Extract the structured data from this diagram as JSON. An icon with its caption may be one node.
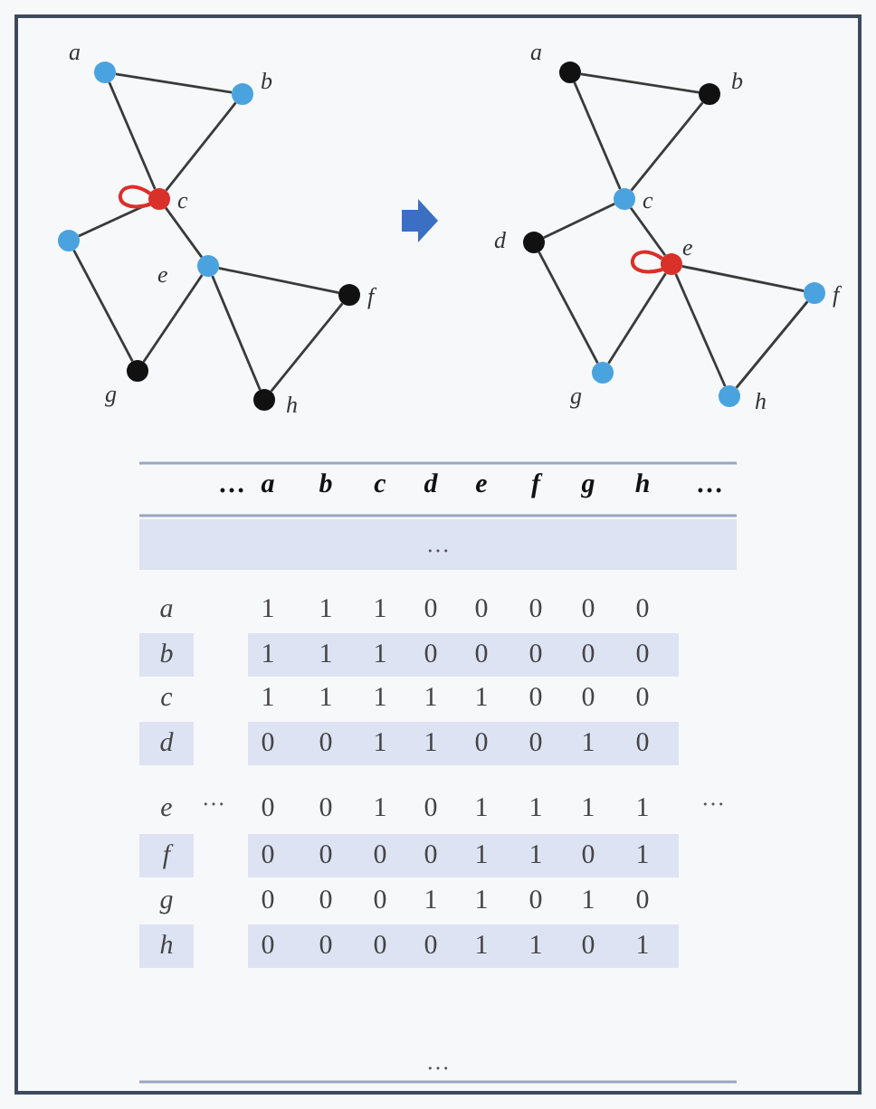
{
  "diagram": {
    "nodes": [
      {
        "text": [],
        "shape": "circle",
        "beside": [
          "a"
        ]
      },
      {
        "text": [],
        "shape": "circle",
        "beside": [
          "b"
        ]
      },
      {
        "text": [],
        "shape": "circle",
        "beside": [
          "c"
        ]
      },
      {
        "text": [],
        "shape": "circle"
      },
      {
        "text": [],
        "shape": "circle",
        "beside": [
          "e"
        ]
      },
      {
        "text": [],
        "shape": "circle",
        "beside": [
          "f"
        ]
      },
      {
        "text": [],
        "shape": "circle",
        "beside": [
          "g"
        ]
      },
      {
        "text": [],
        "shape": "circle",
        "beside": [
          "h"
        ]
      },
      {
        "text": [],
        "shape": "circle",
        "beside": [
          "a"
        ]
      },
      {
        "text": [],
        "shape": "circle",
        "beside": [
          "b"
        ]
      },
      {
        "text": [],
        "shape": "circle",
        "beside": [
          "c"
        ]
      },
      {
        "text": [],
        "shape": "circle",
        "beside": [
          "d"
        ]
      },
      {
        "text": [],
        "shape": "circle",
        "beside": [
          "e"
        ]
      },
      {
        "text": [],
        "shape": "circle",
        "beside": [
          "f"
        ]
      },
      {
        "text": [],
        "shape": "circle",
        "beside": [
          "g"
        ]
      },
      {
        "text": [],
        "shape": "circle",
        "beside": [
          "h"
        ]
      }
    ],
    "edges": [
      {
        "from": 0,
        "to": 1,
        "arrow": "none"
      },
      {
        "from": 0,
        "to": 2,
        "arrow": "none"
      },
      {
        "from": 1,
        "to": 2,
        "arrow": "none"
      },
      {
        "from": 2,
        "to": 3,
        "arrow": "none"
      },
      {
        "from": 2,
        "to": 4,
        "arrow": "none"
      },
      {
        "from": 3,
        "to": 6,
        "arrow": "none"
      },
      {
        "from": 4,
        "to": 6,
        "arrow": "none"
      },
      {
        "from": 4,
        "to": 7,
        "arrow": "none"
      },
      {
        "from": 4,
        "to": 5,
        "arrow": "none"
      },
      {
        "from": 5,
        "to": 7,
        "arrow": "none"
      },
      {
        "from": 2,
        "to": 2,
        "arrow": "none",
        "color": "#d9302a"
      },
      {
        "from": 8,
        "to": 9,
        "arrow": "none"
      },
      {
        "from": 8,
        "to": 10,
        "arrow": "none"
      },
      {
        "from": 9,
        "to": 10,
        "arrow": "none"
      },
      {
        "from": 10,
        "to": 11,
        "arrow": "none"
      },
      {
        "from": 10,
        "to": 12,
        "arrow": "none"
      },
      {
        "from": 11,
        "to": 14,
        "arrow": "none"
      },
      {
        "from": 12,
        "to": 14,
        "arrow": "none"
      },
      {
        "from": 12,
        "to": 15,
        "arrow": "none"
      },
      {
        "from": 12,
        "to": 13,
        "arrow": "none"
      },
      {
        "from": 13,
        "to": 15,
        "arrow": "none"
      },
      {
        "from": 12,
        "to": 12,
        "arrow": "none",
        "color": "#d9302a"
      }
    ],
    "labels": [
      "…",
      "a",
      "b",
      "c",
      "d",
      "e",
      "f",
      "g",
      "h",
      "…",
      "…",
      "a",
      "1",
      "1",
      "1",
      "0",
      "0",
      "0",
      "0",
      "0",
      "b",
      "1",
      "1",
      "1",
      "0",
      "0",
      "0",
      "0",
      "0",
      "c",
      "1",
      "1",
      "1",
      "1",
      "1",
      "0",
      "0",
      "0",
      "d",
      "0",
      "0",
      "1",
      "1",
      "0",
      "0",
      "1",
      "0",
      "e",
      "…",
      "0",
      "0",
      "1",
      "0",
      "1",
      "1",
      "1",
      "1",
      "…",
      "f",
      "0",
      "0",
      "0",
      "0",
      "1",
      "1",
      "0",
      "1",
      "g",
      "0",
      "0",
      "0",
      "1",
      "1",
      "0",
      "1",
      "0",
      "h",
      "0",
      "0",
      "0",
      "0",
      "1",
      "1",
      "0",
      "1",
      "…"
    ]
  }
}
